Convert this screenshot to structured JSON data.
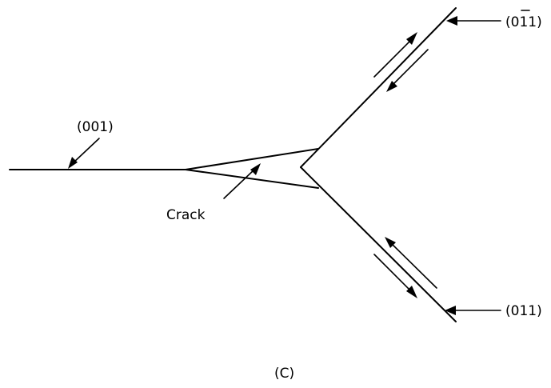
{
  "labels": {
    "plane_001": "(001)",
    "plane_0_bar1_1": "(0",
    "plane_0_bar1_1_bar": "1",
    "plane_0_bar1_1_tail": "1)",
    "plane_011": "(011)",
    "crack": "Crack",
    "panel": "(C)"
  },
  "colors": {
    "ink": "#000000",
    "background": "#ffffff"
  }
}
